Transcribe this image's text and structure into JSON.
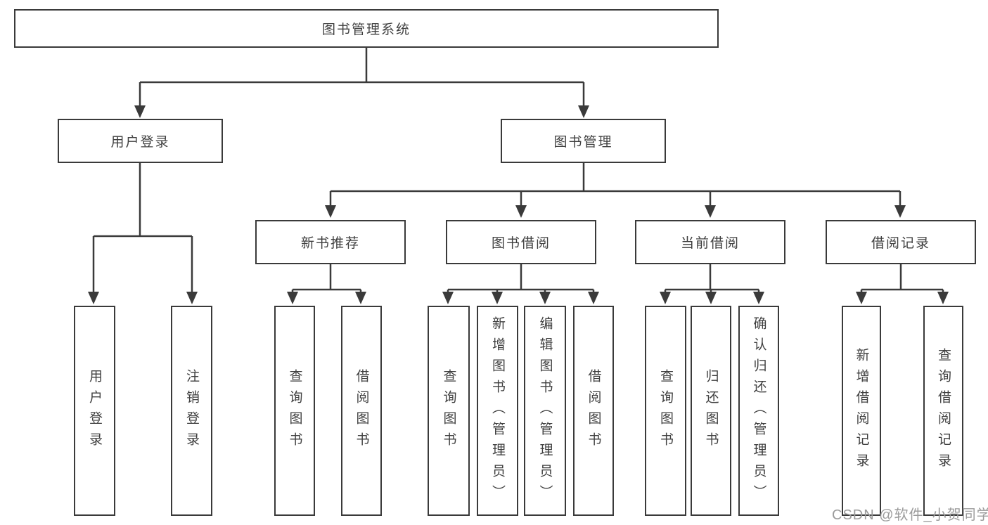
{
  "theme": {
    "line_color": "#3a3a3a",
    "text_color": "#3f3f3f",
    "background": "#ffffff"
  },
  "watermark": {
    "text": "CSDN @软件_小贺同学",
    "color": "#9b9b9b"
  },
  "tree": {
    "root": {
      "label": "图书管理系统"
    },
    "branches": [
      {
        "label": "用户登录",
        "children": [
          {
            "label": "用户登录"
          },
          {
            "label": "注销登录"
          }
        ]
      },
      {
        "label": "图书管理",
        "groups": [
          {
            "label": "新书推荐",
            "children": [
              {
                "label": "查询图书"
              },
              {
                "label": "借阅图书"
              }
            ]
          },
          {
            "label": "图书借阅",
            "children": [
              {
                "label": "查询图书"
              },
              {
                "label": "新增图书（管理员）"
              },
              {
                "label": "编辑图书（管理员）"
              },
              {
                "label": "借阅图书"
              }
            ]
          },
          {
            "label": "当前借阅",
            "children": [
              {
                "label": "查询图书"
              },
              {
                "label": "归还图书"
              },
              {
                "label": "确认归还（管理员）"
              }
            ]
          },
          {
            "label": "借阅记录",
            "children": [
              {
                "label": "新增借阅记录"
              },
              {
                "label": "查询借阅记录"
              }
            ]
          }
        ]
      }
    ]
  }
}
